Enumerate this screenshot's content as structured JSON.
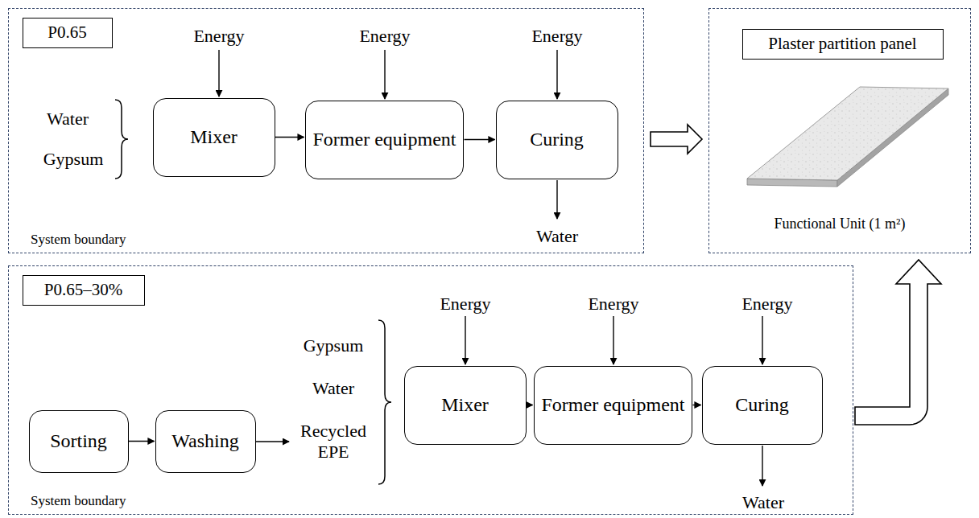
{
  "diagram": {
    "nodes": [
      {
        "text": [
          "System boundary"
        ]
      },
      {
        "text": [
          "P0.65"
        ],
        "in": 0
      },
      {
        "text": [
          "Mixer"
        ],
        "in": 0
      },
      {
        "text": [
          "Former equipment"
        ],
        "in": 0
      },
      {
        "text": [
          "Curing"
        ],
        "in": 0
      },
      {
        "text": [
          "Functional Unit (1 m²)"
        ]
      },
      {
        "text": [
          "Plaster partition panel"
        ],
        "in": 5
      },
      {
        "text": [
          "System boundary"
        ]
      },
      {
        "text": [
          "P0.65–30%"
        ],
        "in": 7
      },
      {
        "text": [
          "Sorting"
        ],
        "in": 7
      },
      {
        "text": [
          "Washing"
        ],
        "in": 7
      },
      {
        "text": [
          "Mixer"
        ],
        "in": 7
      },
      {
        "text": [
          "Former equipment"
        ],
        "in": 7
      },
      {
        "text": [
          "Curing"
        ],
        "in": 7
      }
    ],
    "edges": [
      {
        "from": 2,
        "to": 3,
        "arrow": "to"
      },
      {
        "from": 3,
        "to": 4,
        "arrow": "to"
      },
      {
        "from": 0,
        "to": 5,
        "arrow": "to"
      },
      {
        "from": 9,
        "to": 10,
        "arrow": "to"
      },
      {
        "from": 11,
        "to": 12,
        "arrow": "to"
      },
      {
        "from": 12,
        "to": 13,
        "arrow": "to"
      },
      {
        "from": 7,
        "to": 5,
        "arrow": "to"
      }
    ],
    "labels": [
      "Energy",
      "Energy",
      "Energy",
      "Water",
      "Gypsum",
      "Water",
      "Energy",
      "Energy",
      "Energy",
      "Gypsum",
      "Water",
      "Recycled EPE",
      "Water"
    ]
  }
}
